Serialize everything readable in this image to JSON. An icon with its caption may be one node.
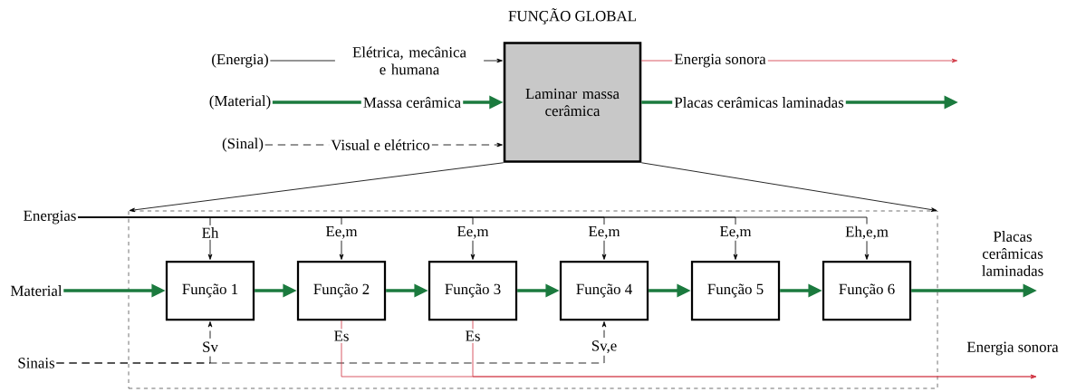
{
  "diagram": {
    "title": "FUNÇÃO GLOBAL",
    "nodes": [
      {
        "text": [
          "(Energia)"
        ]
      },
      {
        "text": [
          "(Material)"
        ]
      },
      {
        "text": [
          "(Sinal)"
        ]
      },
      {
        "text": [
          "Laminar massa cerâmica"
        ]
      },
      {
        "text": [],
        "shape": "box"
      },
      {
        "text": [
          "Função 1"
        ],
        "in": 4
      },
      {
        "text": [
          "Função 2"
        ],
        "in": 4
      },
      {
        "text": [
          "Função 3"
        ],
        "in": 4
      },
      {
        "text": [
          "Função 4"
        ],
        "in": 4
      },
      {
        "text": [
          "Função 5"
        ],
        "in": 4
      },
      {
        "text": [
          "Função 6"
        ],
        "in": 4
      },
      {
        "text": [
          "Energias"
        ]
      },
      {
        "text": [
          "Material"
        ]
      },
      {
        "text": [
          "Sinais"
        ]
      }
    ],
    "edges": [
      {
        "from": 0,
        "to": 3,
        "arrow": "to",
        "label": "Elétrica, mecânica e humana"
      },
      {
        "from": 1,
        "to": 3,
        "arrow": "to",
        "label": "Massa cerâmica",
        "style": "thick",
        "color": "#1b7a3e"
      },
      {
        "from": 2,
        "to": 3,
        "arrow": "to",
        "label": "Visual e elétrico",
        "style": "dashed"
      },
      {
        "from": 3,
        "to": null,
        "arrow": "to",
        "label": "Energia sonora",
        "color": "#d23a48"
      },
      {
        "from": 3,
        "to": null,
        "arrow": "to",
        "label": "Placas cerâmicas laminadas",
        "style": "thick",
        "color": "#1b7a3e"
      },
      {
        "from": 3,
        "to": 4,
        "arrow": "to"
      },
      {
        "from": 3,
        "to": 4,
        "arrow": "to"
      },
      {
        "from": 12,
        "to": 5,
        "arrow": "to",
        "style": "thick",
        "color": "#1b7a3e"
      },
      {
        "from": 5,
        "to": 6,
        "arrow": "to",
        "style": "thick",
        "color": "#1b7a3e"
      },
      {
        "from": 6,
        "to": 7,
        "arrow": "to",
        "style": "thick",
        "color": "#1b7a3e"
      },
      {
        "from": 7,
        "to": 8,
        "arrow": "to",
        "style": "thick",
        "color": "#1b7a3e"
      },
      {
        "from": 8,
        "to": 9,
        "arrow": "to",
        "style": "thick",
        "color": "#1b7a3e"
      },
      {
        "from": 9,
        "to": 10,
        "arrow": "to",
        "style": "thick",
        "color": "#1b7a3e"
      },
      {
        "from": 10,
        "to": null,
        "arrow": "to",
        "label": "Placas cerâmicas laminadas",
        "style": "thick",
        "color": "#1b7a3e"
      },
      {
        "from": 11,
        "to": 5,
        "arrow": "to",
        "label": "Eh"
      },
      {
        "from": 11,
        "to": 6,
        "arrow": "to",
        "label": "Ee,m"
      },
      {
        "from": 11,
        "to": 7,
        "arrow": "to",
        "label": "Ee,m"
      },
      {
        "from": 11,
        "to": 8,
        "arrow": "to",
        "label": "Ee,m"
      },
      {
        "from": 11,
        "to": 9,
        "arrow": "to",
        "label": "Ee,m"
      },
      {
        "from": 11,
        "to": 10,
        "arrow": "to",
        "label": "Eh,e,m"
      },
      {
        "from": 13,
        "to": 5,
        "arrow": "to",
        "label": "Sv",
        "style": "dashed"
      },
      {
        "from": 13,
        "to": 8,
        "arrow": "to",
        "label": "Sv,e",
        "style": "dashed"
      },
      {
        "from": 6,
        "to": null,
        "arrow": "to",
        "label": "Es",
        "color": "#d23a48"
      },
      {
        "from": 7,
        "to": null,
        "arrow": "to",
        "label": "Es",
        "color": "#d23a48"
      }
    ],
    "labels": [
      "Energia sonora"
    ]
  }
}
